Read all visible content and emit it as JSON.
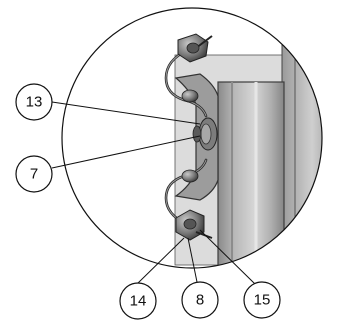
{
  "callouts": {
    "c13": "13",
    "c7": "7",
    "c14": "14",
    "c8": "8",
    "c15": "15"
  },
  "colors": {
    "line": "#111111",
    "panel_light": "#d2d2d2",
    "panel_mid": "#a9a9a9",
    "panel_dark": "#7e7e7e",
    "hardware": "#6e6e6e",
    "hardware_dark": "#3a3a3a"
  }
}
